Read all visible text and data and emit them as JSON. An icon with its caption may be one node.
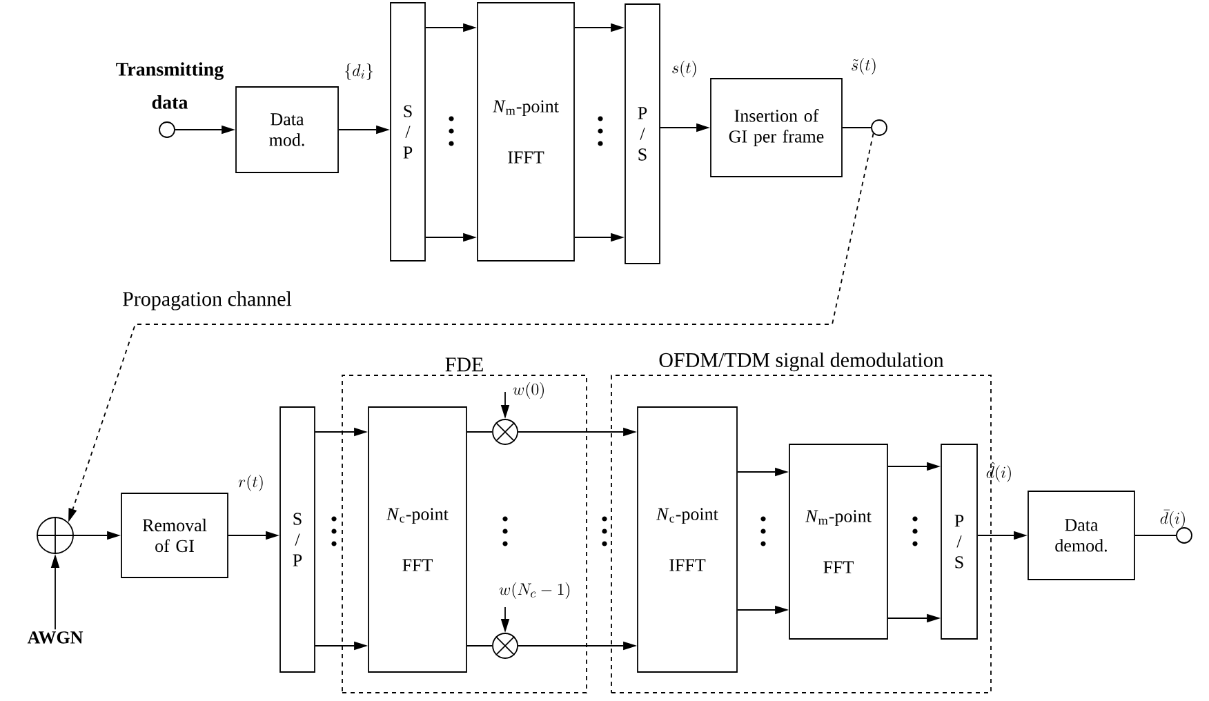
{
  "diagram": {
    "nodes": [
      {
        "text": [],
        "shape": "circle",
        "beside": [
          "Transmitting data"
        ]
      },
      {
        "text": [
          "Data mod."
        ]
      },
      {
        "text": [
          "S / P"
        ]
      },
      {
        "text": [
          "*N*$_{m}$-point",
          "IFFT"
        ]
      },
      {
        "text": [
          "P / S"
        ]
      },
      {
        "text": [
          "Insertion of GI per frame"
        ]
      },
      {
        "text": [],
        "shape": "circle"
      },
      {
        "text": [],
        "shape": "circle"
      },
      {
        "text": [
          "AWGN"
        ]
      },
      {
        "text": [
          "Removal of GI"
        ]
      },
      {
        "text": [
          "FDE"
        ]
      },
      {
        "text": [
          "S / P"
        ]
      },
      {
        "text": [
          "*N*$_{c}$-point",
          "FFT"
        ],
        "in": 10
      },
      {
        "text": [],
        "shape": "circle",
        "in": 10
      },
      {
        "text": [],
        "shape": "circle",
        "in": 10
      },
      {
        "text": [
          "OFDM/TDM signal demodulation"
        ]
      },
      {
        "text": [
          "*N*$_{c}$-point",
          "IFFT"
        ],
        "in": 15
      },
      {
        "text": [
          "*N*$_{m}$-point",
          "FFT"
        ],
        "in": 15
      },
      {
        "text": [
          "P / S"
        ],
        "in": 15
      },
      {
        "text": [
          "Data demod."
        ]
      },
      {
        "text": [],
        "shape": "circle"
      }
    ],
    "edges": [
      {
        "from": 0,
        "to": 1,
        "arrow": "to"
      },
      {
        "from": 1,
        "to": 2,
        "arrow": "to",
        "label": "\\{d_i\\}"
      },
      {
        "from": 2,
        "to": 3,
        "arrow": "to"
      },
      {
        "from": 2,
        "to": 3,
        "arrow": "to"
      },
      {
        "from": 3,
        "to": 4,
        "arrow": "to"
      },
      {
        "from": 3,
        "to": 4,
        "arrow": "to"
      },
      {
        "from": 4,
        "to": 5,
        "arrow": "to",
        "label": "s(t)"
      },
      {
        "from": 5,
        "to": 6,
        "arrow": "none",
        "label": "\\tilde{s}(t)"
      },
      {
        "from": 6,
        "to": 7,
        "arrow": "to",
        "style": "dashed",
        "label": "Propagation channel"
      },
      {
        "from": 8,
        "to": 7,
        "arrow": "to"
      },
      {
        "from": 7,
        "to": 9,
        "arrow": "to"
      },
      {
        "from": 9,
        "to": 11,
        "arrow": "to",
        "label": "r(t)"
      },
      {
        "from": 11,
        "to": 12,
        "arrow": "to"
      },
      {
        "from": 11,
        "to": 12,
        "arrow": "to"
      },
      {
        "from": 12,
        "to": 13,
        "arrow": "none"
      },
      {
        "from": 12,
        "to": 14,
        "arrow": "none"
      },
      {
        "from": 13,
        "to": 16,
        "arrow": "to"
      },
      {
        "from": 14,
        "to": 16,
        "arrow": "to"
      },
      {
        "from": 16,
        "to": 17,
        "arrow": "to"
      },
      {
        "from": 16,
        "to": 17,
        "arrow": "to"
      },
      {
        "from": 17,
        "to": 18,
        "arrow": "to"
      },
      {
        "from": 17,
        "to": 18,
        "arrow": "to"
      },
      {
        "from": 18,
        "to": 19,
        "arrow": "to",
        "label": "\\hat{d}(i)"
      },
      {
        "from": 19,
        "to": 20,
        "arrow": "none",
        "label": "\\bar{d}(i)"
      },
      {
        "from": null,
        "to": 13,
        "arrow": "to",
        "label": "w(0)"
      },
      {
        "from": null,
        "to": 14,
        "arrow": "to",
        "label": "w(N_c-1)"
      }
    ]
  }
}
